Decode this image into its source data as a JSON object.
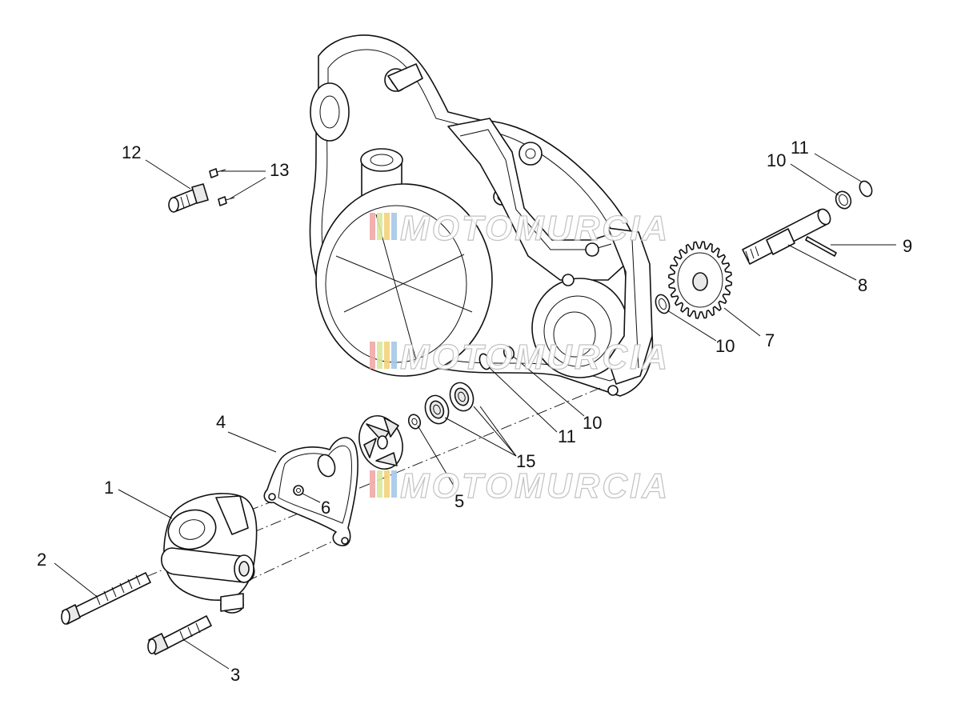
{
  "callouts": {
    "c1": "1",
    "c2": "2",
    "c3": "3",
    "c4": "4",
    "c5": "5",
    "c6": "6",
    "c7": "7",
    "c8": "8",
    "c9": "9",
    "c10_top": "10",
    "c10_mid": "10",
    "c10_low": "10",
    "c11_top": "11",
    "c11_low": "11",
    "c12": "12",
    "c13": "13",
    "c15": "15"
  },
  "watermark": {
    "text": "MOTOMURCIA",
    "colors": [
      "#f2a7a7",
      "#d8e89a",
      "#f4d27a",
      "#a6c8e8"
    ]
  }
}
